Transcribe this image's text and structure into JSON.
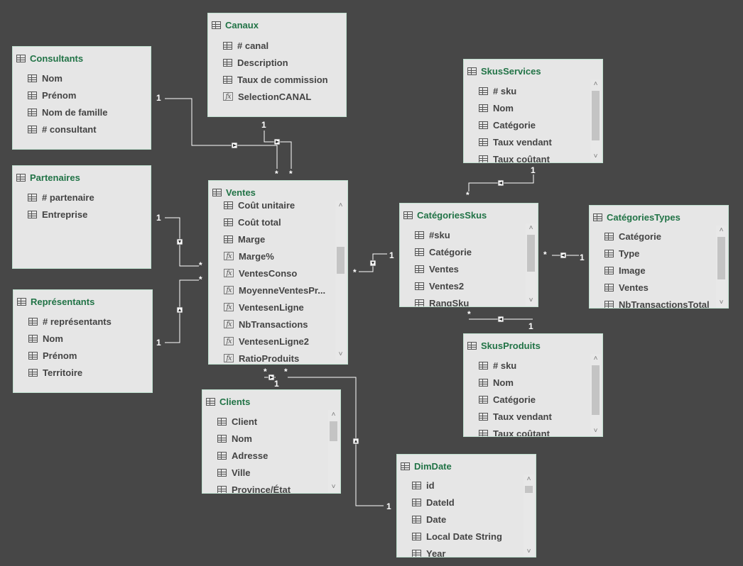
{
  "tables": {
    "canaux": {
      "name": "Canaux",
      "fields": [
        {
          "n": "# canal",
          "t": "col"
        },
        {
          "n": "Description",
          "t": "col"
        },
        {
          "n": "Taux de commission",
          "t": "col"
        },
        {
          "n": "SelectionCANAL",
          "t": "measure"
        }
      ]
    },
    "consultants": {
      "name": "Consultants",
      "fields": [
        {
          "n": "Nom",
          "t": "col"
        },
        {
          "n": "Prénom",
          "t": "col"
        },
        {
          "n": "Nom de famille",
          "t": "col"
        },
        {
          "n": "# consultant",
          "t": "col"
        }
      ]
    },
    "partenaires": {
      "name": "Partenaires",
      "fields": [
        {
          "n": "# partenaire",
          "t": "col"
        },
        {
          "n": "Entreprise",
          "t": "col"
        }
      ]
    },
    "representants": {
      "name": "Représentants",
      "fields": [
        {
          "n": "# représentants",
          "t": "col"
        },
        {
          "n": "Nom",
          "t": "col"
        },
        {
          "n": "Prénom",
          "t": "col"
        },
        {
          "n": "Territoire",
          "t": "col"
        }
      ]
    },
    "ventes": {
      "name": "Ventes",
      "fields": [
        {
          "n": "Coût unitaire",
          "t": "col"
        },
        {
          "n": "Coût total",
          "t": "col"
        },
        {
          "n": "Marge",
          "t": "col"
        },
        {
          "n": "Marge%",
          "t": "measure"
        },
        {
          "n": "VentesConso",
          "t": "measure"
        },
        {
          "n": "MoyenneVentesPr...",
          "t": "measure"
        },
        {
          "n": "VentesenLigne",
          "t": "measure"
        },
        {
          "n": "NbTransactions",
          "t": "measure"
        },
        {
          "n": "VentesenLigne2",
          "t": "measure"
        },
        {
          "n": "RatioProduits",
          "t": "measure"
        }
      ]
    },
    "clients": {
      "name": "Clients",
      "fields": [
        {
          "n": "Client",
          "t": "col"
        },
        {
          "n": "Nom",
          "t": "col"
        },
        {
          "n": "Adresse",
          "t": "col"
        },
        {
          "n": "Ville",
          "t": "col"
        },
        {
          "n": "Province/État",
          "t": "col"
        }
      ]
    },
    "skusservices": {
      "name": "SkusServices",
      "fields": [
        {
          "n": "# sku",
          "t": "col"
        },
        {
          "n": "Nom",
          "t": "col"
        },
        {
          "n": "Catégorie",
          "t": "col"
        },
        {
          "n": "Taux vendant",
          "t": "col"
        },
        {
          "n": "Taux coûtant",
          "t": "col"
        }
      ]
    },
    "categoriesskus": {
      "name": "CatégoriesSkus",
      "fields": [
        {
          "n": "#sku",
          "t": "col"
        },
        {
          "n": "Catégorie",
          "t": "col"
        },
        {
          "n": "Ventes",
          "t": "col"
        },
        {
          "n": "Ventes2",
          "t": "col"
        },
        {
          "n": "RangSku",
          "t": "col"
        }
      ]
    },
    "categoriestypes": {
      "name": "CatégoriesTypes",
      "fields": [
        {
          "n": "Catégorie",
          "t": "col"
        },
        {
          "n": "Type",
          "t": "col"
        },
        {
          "n": "Image",
          "t": "col"
        },
        {
          "n": "Ventes",
          "t": "col"
        },
        {
          "n": "NbTransactionsTotal",
          "t": "col"
        }
      ]
    },
    "skusproduits": {
      "name": "SkusProduits",
      "fields": [
        {
          "n": "# sku",
          "t": "col"
        },
        {
          "n": "Nom",
          "t": "col"
        },
        {
          "n": "Catégorie",
          "t": "col"
        },
        {
          "n": "Taux vendant",
          "t": "col"
        },
        {
          "n": "Taux coûtant",
          "t": "col"
        }
      ]
    },
    "dimdate": {
      "name": "DimDate",
      "fields": [
        {
          "n": "id",
          "t": "col"
        },
        {
          "n": "DateId",
          "t": "col"
        },
        {
          "n": "Date",
          "t": "col"
        },
        {
          "n": "Local Date String",
          "t": "col"
        },
        {
          "n": "Year",
          "t": "col"
        }
      ]
    }
  },
  "cardinality": {
    "one": "1",
    "many": "*"
  }
}
